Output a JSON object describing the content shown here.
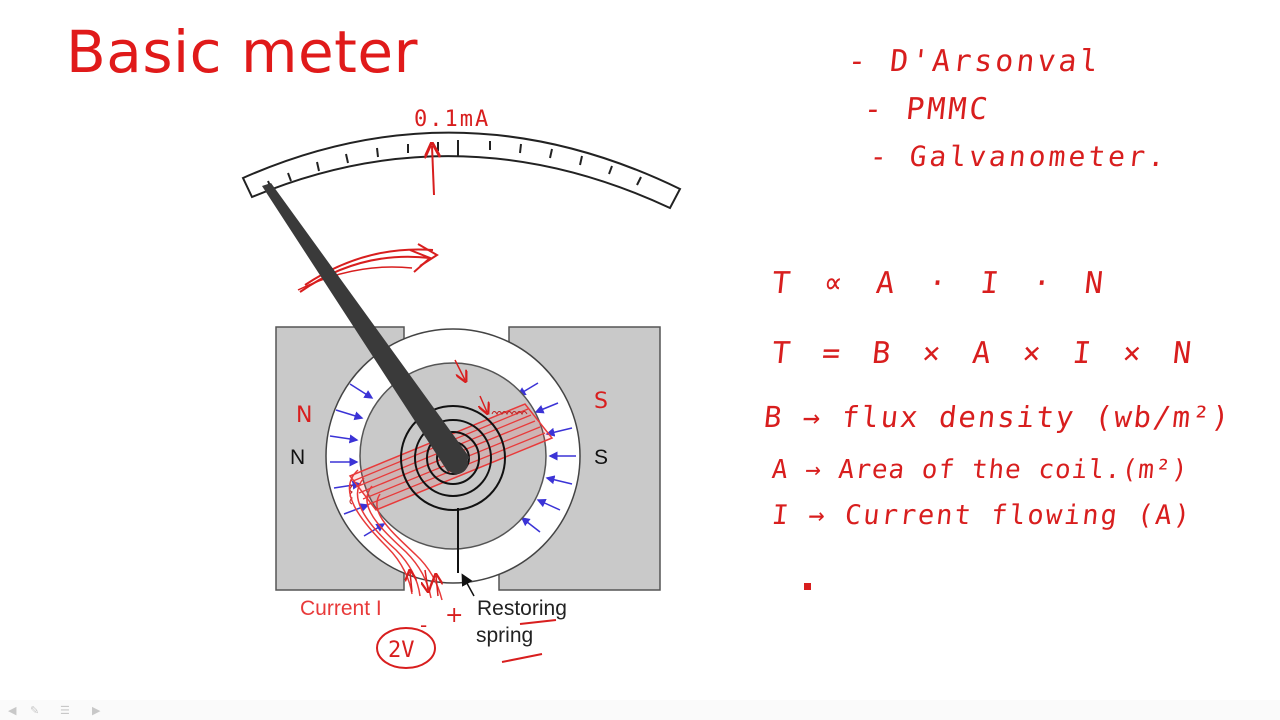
{
  "title": "Basic meter",
  "diagram": {
    "scale_label": "0.1mA",
    "north_label": "N",
    "north_label_red": "N",
    "south_label": "S",
    "south_label_red": "S",
    "current_label": "Current I",
    "spring_label_line1": "Restoring",
    "spring_label_line2": "spring",
    "minus_sign": "-",
    "plus_sign": "+",
    "voltage_label": "2V"
  },
  "notes": {
    "names": [
      "- D'Arsonval",
      "- PMMC",
      "- Galvanometer."
    ],
    "equations": [
      "T ∝ A · I · N",
      "T = B × A × I × N",
      "B → flux density (wb/m²)",
      "A → Area of the coil.(m²)",
      "I → Current flowing (A)"
    ]
  },
  "colors": {
    "ink_red": "#d81e1e",
    "magnet_gray": "#c9c9c9",
    "field_arrow": "#3b33d6",
    "coil_red": "#e83a3a",
    "needle": "#3a3a3a"
  }
}
